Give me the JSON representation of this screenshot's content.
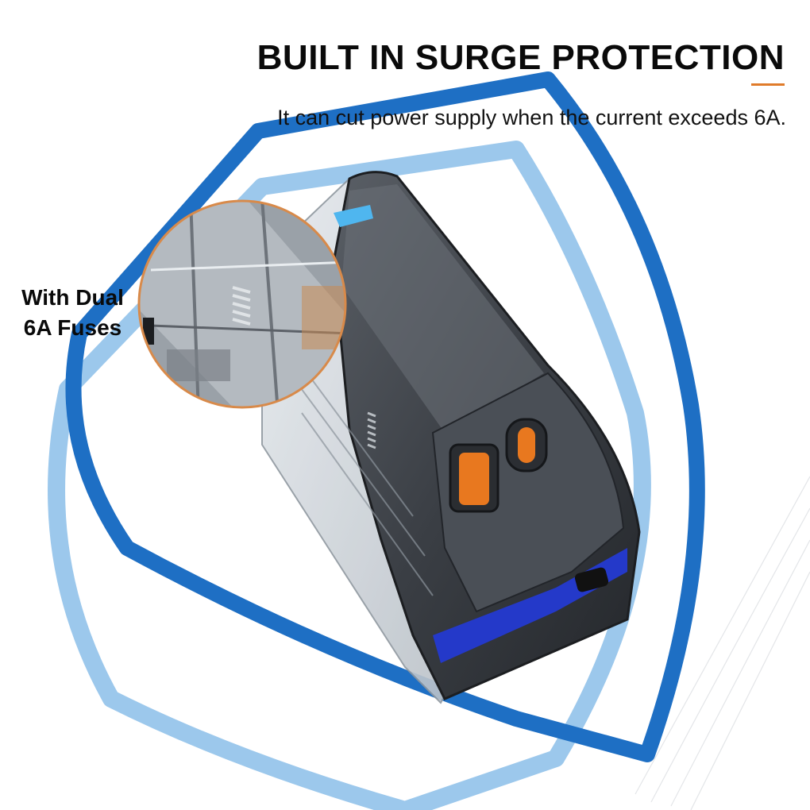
{
  "header": {
    "title": "BUILT IN SURGE PROTECTION",
    "subtitle": "It can cut power supply when the current exceeds 6A."
  },
  "callout": {
    "line1": "With Dual",
    "line2": "6A Fuses"
  },
  "colors": {
    "accent_orange": "#e07b2a",
    "shield_blue_dark": "#1e6fc4",
    "shield_blue_light": "#9cc8ec",
    "device_body": "#3c4046",
    "led_blue": "#2439c9"
  },
  "icons": [
    "shield-outline-icon",
    "usb-a-port-icon",
    "usb-c-port-icon",
    "fuse-spring-icon"
  ]
}
